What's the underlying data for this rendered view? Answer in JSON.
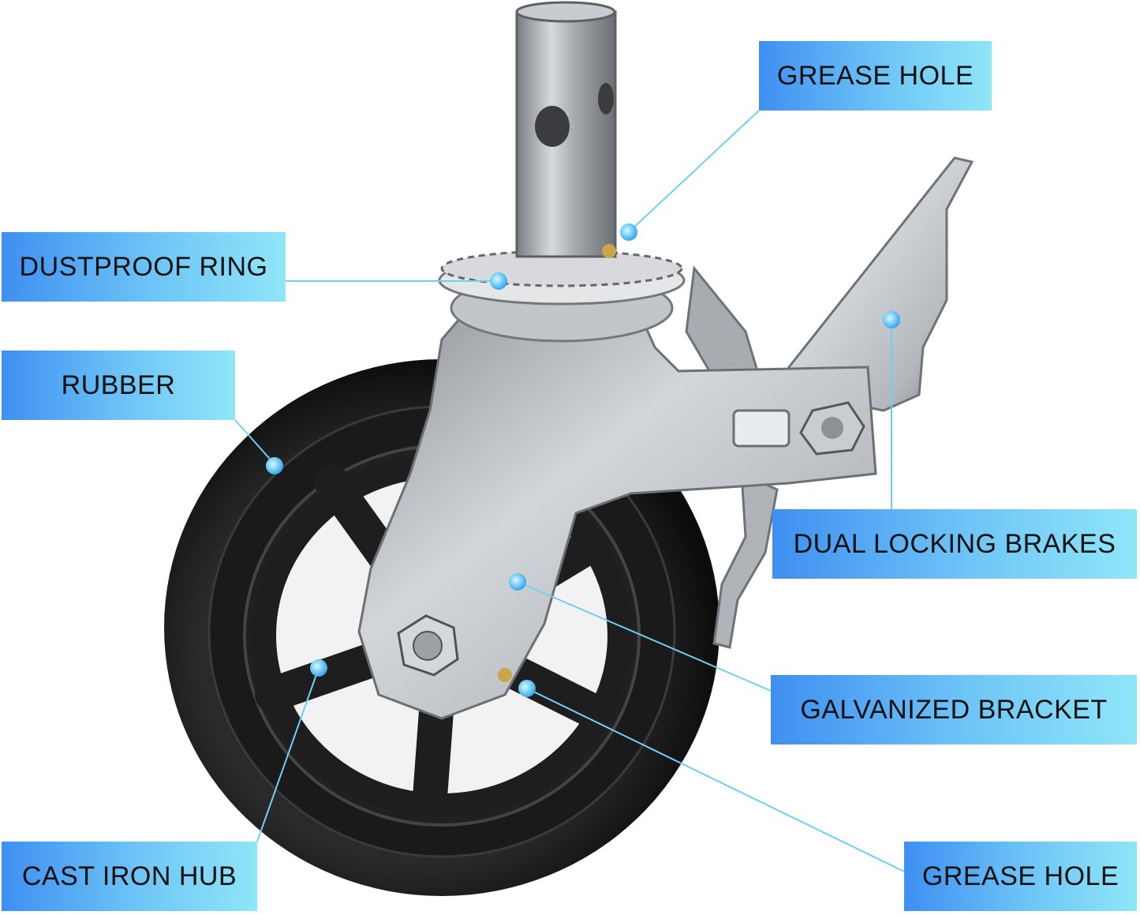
{
  "labels": {
    "grease_hole_top": "GREASE HOLE",
    "dustproof_ring": "DUSTPROOF RING",
    "rubber": "RUBBER",
    "dual_locking_brakes": "DUAL LOCKING BRAKES",
    "galvanized_bracket": "GALVANIZED BRACKET",
    "cast_iron_hub": "CAST IRON HUB",
    "grease_hole_bottom": "GREASE HOLE"
  },
  "colors": {
    "label_gradient_start": "#3f8ff2",
    "label_gradient_end": "#8fe6f8",
    "leader_line": "#6fd0f5",
    "tire": "#151515",
    "hub": "#1e1e1e",
    "steel": "#b9bcc0"
  }
}
